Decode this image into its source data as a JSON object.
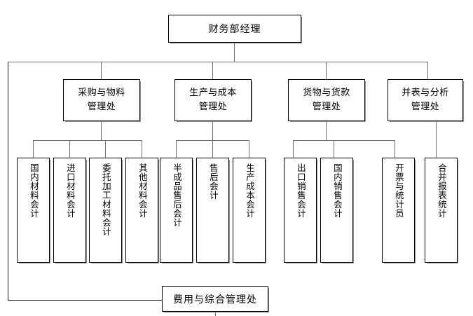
{
  "diagram": {
    "title_node": {
      "label": "财务部经理"
    },
    "departments": [
      {
        "id": "dept-procurement-materials",
        "label": "采购与物料\n管理处",
        "line1": "采购与物料",
        "line2": "管理处"
      },
      {
        "id": "dept-production-cost",
        "label": "生产与成本\n管理处",
        "line1": "生产与成本",
        "line2": "管理处"
      },
      {
        "id": "dept-goods-payment",
        "label": "货物与货款\n管理处",
        "line1": "货物与货款",
        "line2": "管理处"
      },
      {
        "id": "dept-consolidation-analysis",
        "label": "并表与分析\n管理处",
        "line1": "并表与分析",
        "line2": "管理处"
      }
    ],
    "roles": [
      {
        "id": "role-domestic-material-accounting",
        "label": "国内材料会计",
        "parent": "dept-procurement-materials"
      },
      {
        "id": "role-import-material-accounting",
        "label": "进口材料会计",
        "parent": "dept-procurement-materials"
      },
      {
        "id": "role-consigned-material-accounting",
        "label": "委托加工材料会计",
        "parent": "dept-procurement-materials"
      },
      {
        "id": "role-other-material-accounting",
        "label": "其他材料会计",
        "parent": "dept-procurement-materials"
      },
      {
        "id": "role-semifinished-aftersales",
        "label": "半成品售后会计",
        "parent": "dept-production-cost"
      },
      {
        "id": "role-aftersales-accounting",
        "label": "售后会计",
        "parent": "dept-production-cost"
      },
      {
        "id": "role-production-cost-accounting",
        "label": "生产成本会计",
        "parent": "dept-production-cost"
      },
      {
        "id": "role-export-sales-accounting",
        "label": "出口销售会计",
        "parent": "dept-goods-payment"
      },
      {
        "id": "role-domestic-sales-accounting",
        "label": "国内销售会计",
        "parent": "dept-goods-payment"
      },
      {
        "id": "role-invoicing-statistician",
        "label": "开票与统计员",
        "parent": "dept-goods-payment"
      },
      {
        "id": "role-consolidated-report-statistics",
        "label": "合并报表统计",
        "parent": "dept-consolidation-analysis"
      }
    ],
    "bottom_node": {
      "label": "费用与综合管理处"
    }
  }
}
